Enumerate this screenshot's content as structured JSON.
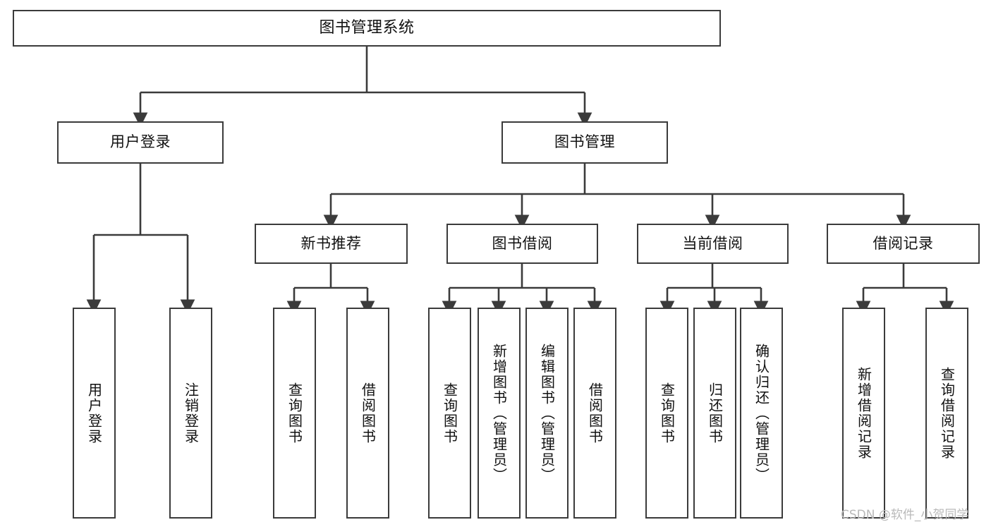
{
  "diagram": {
    "title": "图书管理系统",
    "type": "hierarchy-tree",
    "root": {
      "label": "图书管理系统"
    },
    "level2": [
      {
        "label": "用户登录"
      },
      {
        "label": "图书管理"
      }
    ],
    "level3": [
      {
        "label": "新书推荐"
      },
      {
        "label": "图书借阅"
      },
      {
        "label": "当前借阅"
      },
      {
        "label": "借阅记录"
      }
    ],
    "leaves": {
      "user_login": [
        {
          "label": "用户登录"
        },
        {
          "label": "注销登录"
        }
      ],
      "new_book_recommend": [
        {
          "label": "查询图书"
        },
        {
          "label": "借阅图书"
        }
      ],
      "book_borrow": [
        {
          "label": "查询图书"
        },
        {
          "label": "新增图书（管理员）"
        },
        {
          "label": "编辑图书（管理员）"
        },
        {
          "label": "借阅图书"
        }
      ],
      "current_borrow": [
        {
          "label": "查询图书"
        },
        {
          "label": "归还图书"
        },
        {
          "label": "确认归还（管理员）"
        }
      ],
      "borrow_record": [
        {
          "label": "新增借阅记录"
        },
        {
          "label": "查询借阅记录"
        }
      ]
    }
  },
  "watermark": {
    "text": "CSDN @软件_小贺同学"
  },
  "colors": {
    "stroke": "#3b3b3b",
    "background": "#ffffff",
    "text": "#111111",
    "watermark": "#b9b9b9"
  }
}
